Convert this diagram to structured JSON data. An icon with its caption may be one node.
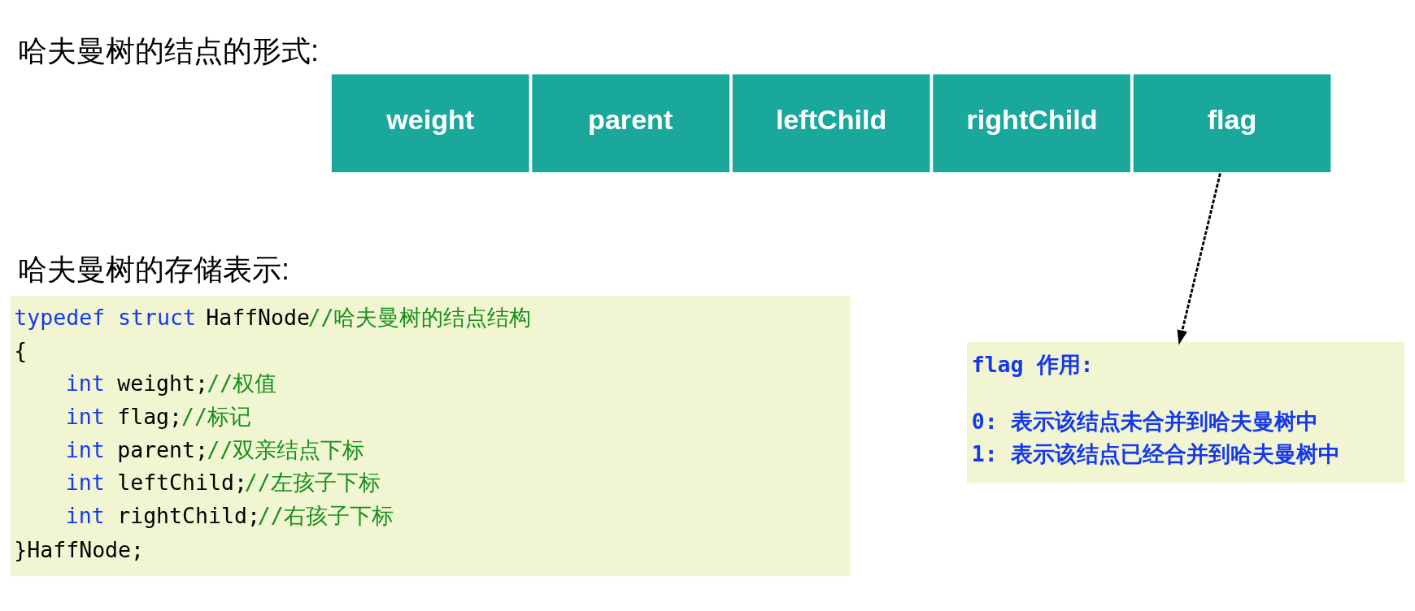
{
  "diagram": {
    "title": "哈夫曼树的结点的形式:",
    "nodes": [
      {
        "text": [
          "weight"
        ]
      },
      {
        "text": [
          "parent"
        ]
      },
      {
        "text": [
          "leftChild"
        ]
      },
      {
        "text": [
          "rightChild"
        ]
      },
      {
        "text": [
          "flag"
        ]
      },
      {
        "text": [
          "哈夫曼树的存储表示:",
          "typedef struct HaffNode//哈夫曼树的结点结构",
          "{",
          "int weight;//权值",
          "int flag;//标记",
          "int parent;//双亲结点下标",
          "int leftChild;//左孩子下标",
          "int rightChild;//右孩子下标",
          "}HaffNode;"
        ]
      },
      {
        "text": [
          "flag 作用:",
          "0: 表示该结点未合并到哈夫曼树中",
          "1: 表示该结点已经合并到哈夫曼树中"
        ]
      }
    ],
    "edges": [
      {
        "from": 4,
        "to": 6,
        "arrow": "to",
        "style": "dashed"
      }
    ]
  }
}
